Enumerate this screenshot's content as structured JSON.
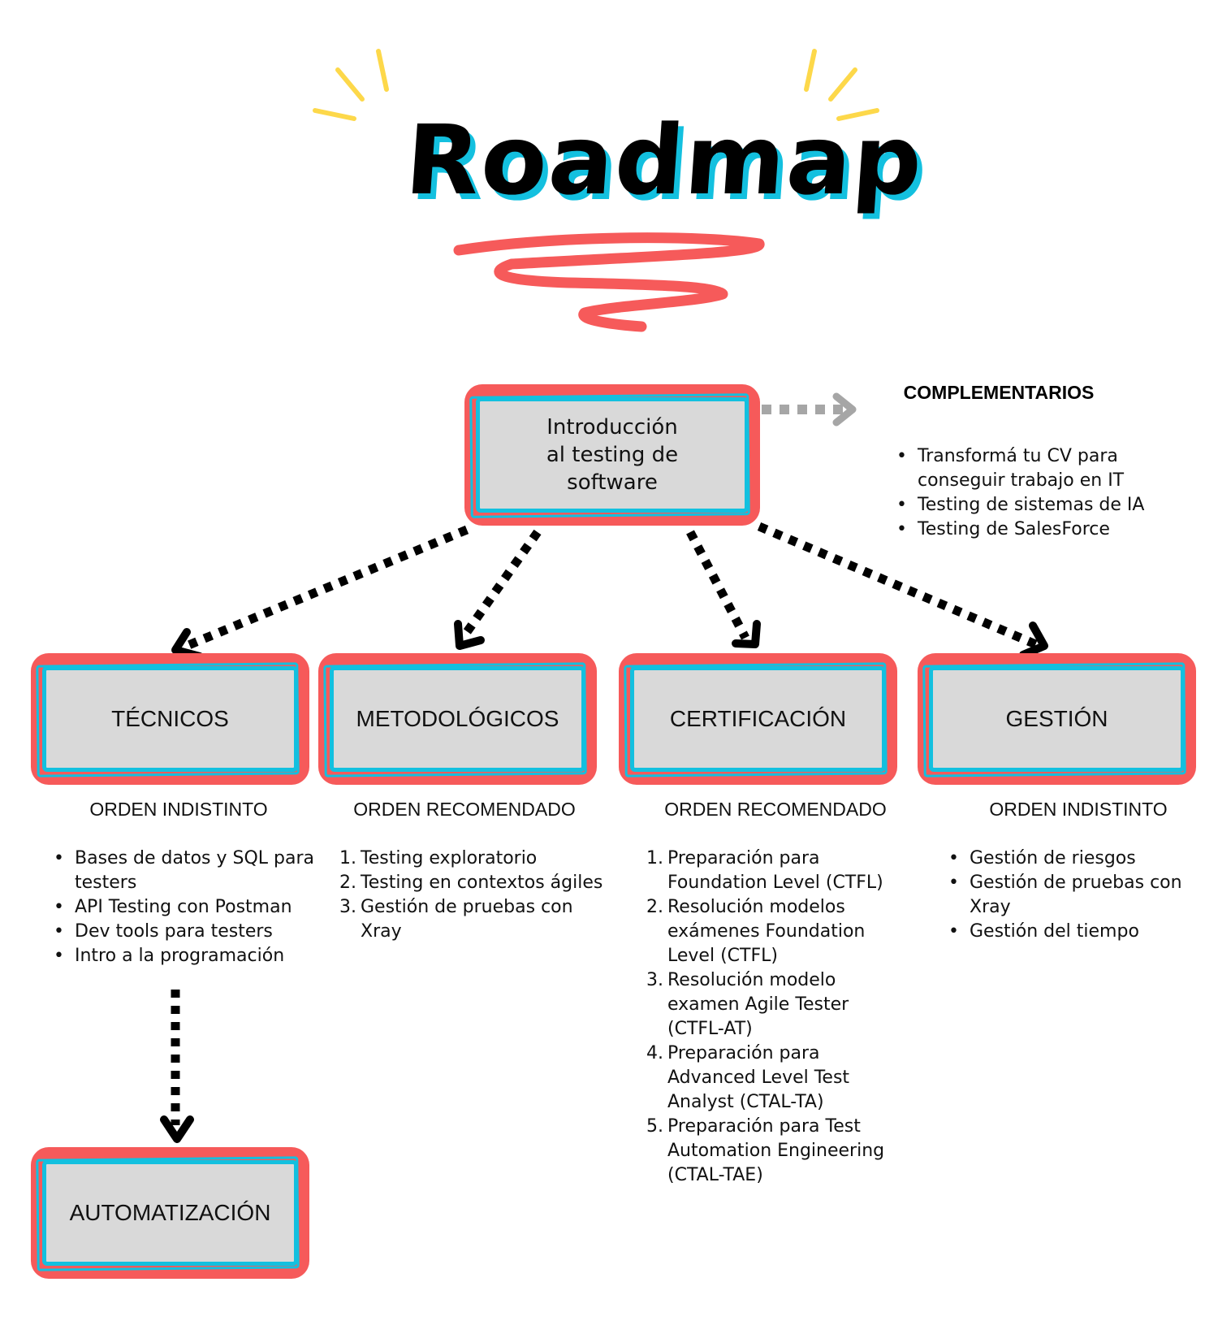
{
  "title": "Roadmap",
  "colors": {
    "node_border": "#f65a5a",
    "node_inner_border": "#13c0df",
    "node_fill": "#d9d9d9",
    "title_shadow": "#13c0df",
    "sparkle": "#fdd84a",
    "scribble": "#f65a5a",
    "arrow_main": "#000000",
    "arrow_secondary": "#a6a6a6"
  },
  "intro": {
    "label_lines": [
      "Introducción",
      "al testing de",
      "software"
    ]
  },
  "complementarios": {
    "title": "COMPLEMENTARIOS",
    "items": [
      "Transformá tu CV para conseguir trabajo en IT",
      "Testing de sistemas de IA",
      "Testing de SalesForce"
    ]
  },
  "categories": [
    {
      "label": "TÉCNICOS",
      "order": "ORDEN INDISTINTO",
      "list_type": "bullets",
      "items": [
        "Bases de datos y SQL para testers",
        "API Testing con Postman",
        "Dev tools para testers",
        "Intro a la programación"
      ]
    },
    {
      "label": "METODOLÓGICOS",
      "order": "ORDEN RECOMENDADO",
      "list_type": "numbered",
      "items": [
        "Testing exploratorio",
        "Testing en contextos ágiles",
        "Gestión de pruebas con Xray"
      ]
    },
    {
      "label": "CERTIFICACIÓN",
      "order": "ORDEN RECOMENDADO",
      "list_type": "numbered",
      "items": [
        "Preparación para Foundation Level (CTFL)",
        "Resolución modelos exámenes Foundation Level (CTFL)",
        "Resolución modelo examen Agile Tester (CTFL-AT)",
        "Preparación para Advanced Level Test Analyst (CTAL-TA)",
        "Preparación para Test Automation Engineering (CTAL-TAE)"
      ]
    },
    {
      "label": "GESTIÓN",
      "order": "ORDEN INDISTINTO",
      "list_type": "bullets",
      "items": [
        "Gestión de riesgos",
        "Gestión de pruebas con Xray",
        "Gestión del tiempo"
      ]
    }
  ],
  "automatizacion": {
    "label": "AUTOMATIZACIÓN"
  },
  "numbers": [
    "1.",
    "2.",
    "3.",
    "4.",
    "5."
  ]
}
